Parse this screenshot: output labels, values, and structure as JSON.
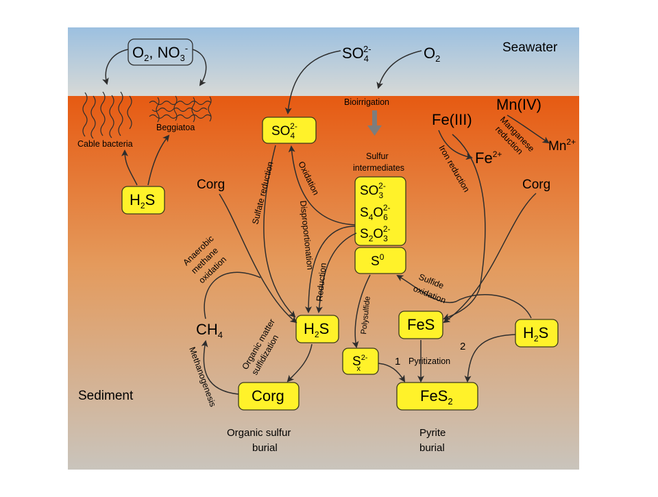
{
  "zones": {
    "seawater": "Seawater",
    "sediment": "Sediment"
  },
  "colors": {
    "sea_top": "#9cc0e0",
    "sea_bottom": "#d7d9d6",
    "sed_top": "#e65a12",
    "sed_mid": "#e49a5c",
    "sed_bottom": "#c9c4bc",
    "box_fill": "#fff22a",
    "arrow": "#2d2d2d",
    "bioirrigation_arrow": "#7d7d7d"
  },
  "species": {
    "o2_no3": {
      "a": "O",
      "a_sub": "2",
      "sep": ", NO",
      "b_sub": "3",
      "b_sup": "-"
    },
    "so4_sea": {
      "base": "SO",
      "sub": "4",
      "sup": "2-"
    },
    "o2_sea": {
      "base": "O",
      "sub": "2"
    },
    "so4_box": {
      "base": "SO",
      "sub": "4",
      "sup": "2-"
    },
    "so3": {
      "base": "SO",
      "sub": "3",
      "sup": "2-"
    },
    "s4o6": {
      "a": "S",
      "a_sub": "4",
      "b": "O",
      "b_sub": "6",
      "sup": "2-"
    },
    "s2o3": {
      "a": "S",
      "a_sub": "2",
      "b": "O",
      "b_sub": "3",
      "sup": "2-"
    },
    "s0": {
      "base": "S",
      "sup": "0"
    },
    "h2s_left": {
      "a": "H",
      "a_sub": "2",
      "b": "S"
    },
    "h2s_mid": {
      "a": "H",
      "a_sub": "2",
      "b": "S"
    },
    "h2s_right": {
      "a": "H",
      "a_sub": "2",
      "b": "S"
    },
    "sx": {
      "base": "S",
      "sub": "x",
      "sup": "2-"
    },
    "fes": "FeS",
    "fes2": {
      "base": "FeS",
      "sub": "2"
    },
    "corg_box": "Corg",
    "corg_left": "Corg",
    "corg_right": "Corg",
    "ch4": {
      "base": "CH",
      "sub": "4"
    },
    "fe3": "Fe(III)",
    "fe2": {
      "base": "Fe",
      "sup": "2+"
    },
    "mn4": "Mn(IV)",
    "mn2": {
      "base": "Mn",
      "sup": "2+"
    }
  },
  "labels": {
    "cable_bacteria": "Cable bacteria",
    "beggiatoa": "Beggiatoa",
    "bioirrigation": "Bioirrigation",
    "sulfur_intermediates_1": "Sulfur",
    "sulfur_intermediates_2": "intermediates",
    "sulfate_reduction": "Sulfate reduction",
    "oxidation": "Oxidation",
    "disproportionation": "Disproportionation",
    "reduction": "Reduction",
    "aom_1": "Anaerobic",
    "aom_2": "methane",
    "aom_3": "oxidation",
    "om_sulf_1": "Organic matter",
    "om_sulf_2": "sulfidization",
    "methanogenesis": "Methanogenesis",
    "polysulfide": "Polysulfide",
    "iron_reduction": "Iron reduction",
    "manganese_reduction_1": "Manganese",
    "manganese_reduction_2": "reduction",
    "sulfide_oxidation_1": "Sulfide",
    "sulfide_oxidation_2": "oxidation",
    "pyritization": "Pyritization",
    "path_1": "1",
    "path_2": "2",
    "organic_burial_1": "Organic sulfur",
    "organic_burial_2": "burial",
    "pyrite_burial_1": "Pyrite",
    "pyrite_burial_2": "burial"
  }
}
